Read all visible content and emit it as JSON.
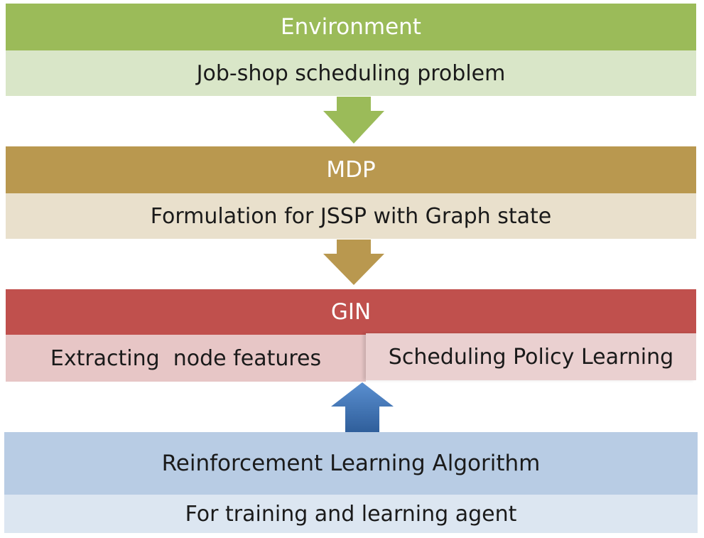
{
  "colors": {
    "environment": "#9bbb59",
    "environment_light": "#d9e6c8",
    "mdp": "#b9984f",
    "mdp_light": "#e9e0cc",
    "gin": "#c0504d",
    "gin_light": "#e7c6c6",
    "rl": "#b8cce4",
    "rl_light": "#dce6f1",
    "arrow_blue": "#4f81bd"
  },
  "environment": {
    "title": "Environment",
    "subtitle": "Job-shop scheduling problem"
  },
  "mdp": {
    "title": "MDP",
    "subtitle": "Formulation for JSSP with Graph state"
  },
  "gin": {
    "title": "GIN",
    "left_label": "Extracting  node features",
    "right_label": "Scheduling Policy Learning"
  },
  "rl": {
    "title": "Reinforcement Learning Algorithm",
    "subtitle": "For training and learning agent"
  },
  "arrows": [
    {
      "name": "arrow-environment-to-mdp",
      "direction": "down"
    },
    {
      "name": "arrow-mdp-to-gin",
      "direction": "down"
    },
    {
      "name": "arrow-rl-to-gin",
      "direction": "up"
    }
  ]
}
